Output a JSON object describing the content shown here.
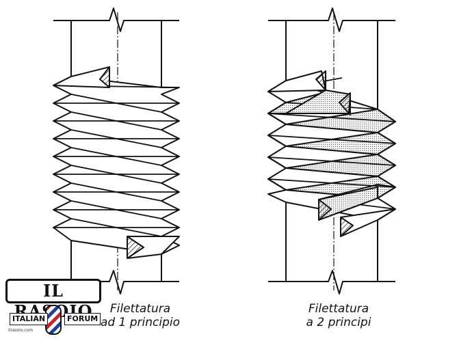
{
  "figures": [
    {
      "id": "single-start",
      "caption_line1": "Filettatura",
      "caption_line2": "ad 1 principio"
    },
    {
      "id": "double-start",
      "caption_line1": "Filettatura",
      "caption_line2": "a 2 principi"
    }
  ],
  "logo": {
    "title": "IL RASOIO",
    "left_word": "ITALIAN",
    "right_word": "FORUM",
    "site": "ilrasoio.com"
  },
  "colors": {
    "line": "#111111",
    "hatch": "#111111",
    "dotted_fill": "#d9d9d9",
    "pole_red": "#c0262c",
    "pole_blue": "#1f3f9a"
  }
}
